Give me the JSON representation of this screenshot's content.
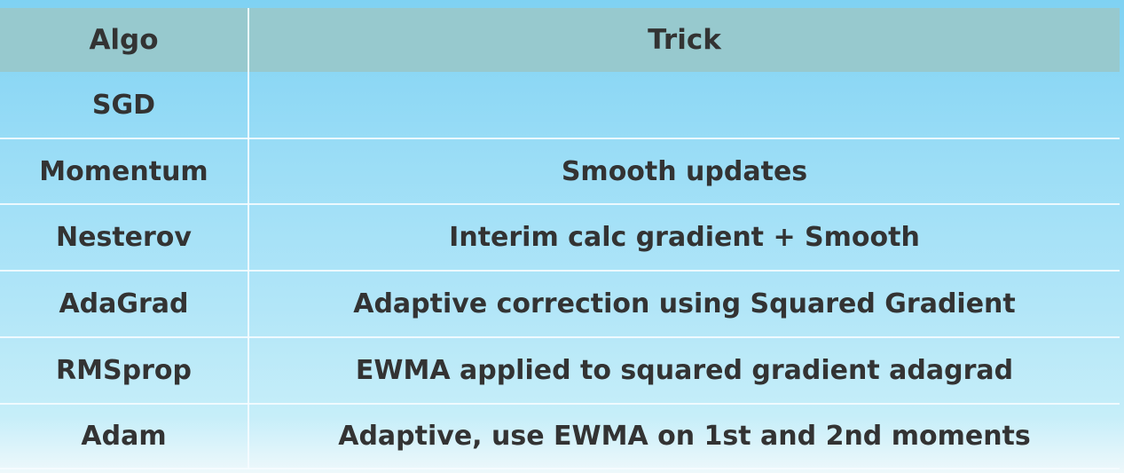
{
  "table": {
    "headers": {
      "algo": "Algo",
      "trick": "Trick"
    },
    "rows": [
      {
        "algo": "SGD",
        "trick": ""
      },
      {
        "algo": "Momentum",
        "trick": "Smooth updates"
      },
      {
        "algo": "Nesterov",
        "trick": "Interim calc gradient + Smooth"
      },
      {
        "algo": "AdaGrad",
        "trick": "Adaptive correction using Squared Gradient"
      },
      {
        "algo": "RMSprop",
        "trick": "EWMA applied to squared gradient adagrad"
      },
      {
        "algo": "Adam",
        "trick": "Adaptive, use EWMA on 1st and 2nd moments"
      }
    ]
  },
  "colors": {
    "header_fill": "#97c9ce",
    "grid_line": "#f6fcff",
    "text": "#333333",
    "background_top": "#7fd2f3",
    "background_bottom": "#eef8fb"
  }
}
